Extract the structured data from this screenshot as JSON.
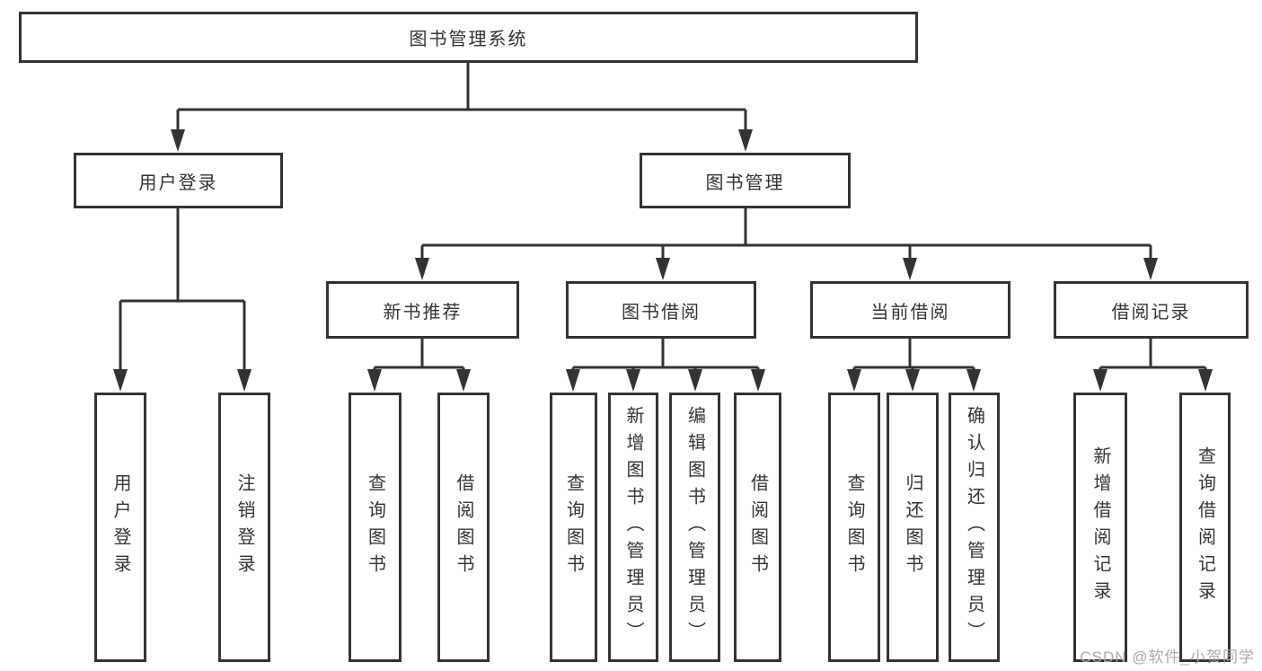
{
  "title": "图书管理系统",
  "tree": {
    "label": "图书管理系统",
    "children": [
      {
        "label": "用户登录",
        "children": [
          {
            "label": "用户登录"
          },
          {
            "label": "注销登录"
          }
        ]
      },
      {
        "label": "图书管理",
        "children": [
          {
            "label": "新书推荐",
            "children": [
              {
                "label": "查询图书"
              },
              {
                "label": "借阅图书"
              }
            ]
          },
          {
            "label": "图书借阅",
            "children": [
              {
                "label": "查询图书"
              },
              {
                "label": "新增图书（管理员）"
              },
              {
                "label": "编辑图书（管理员）"
              },
              {
                "label": "借阅图书"
              }
            ]
          },
          {
            "label": "当前借阅",
            "children": [
              {
                "label": "查询图书"
              },
              {
                "label": "归还图书"
              },
              {
                "label": "确认归还（管理员）"
              }
            ]
          },
          {
            "label": "借阅记录",
            "children": [
              {
                "label": "新增借阅记录"
              },
              {
                "label": "查询借阅记录"
              }
            ]
          }
        ]
      }
    ]
  },
  "watermark": "CSDN @软件_小贺同学",
  "colors": {
    "line": "#333333",
    "box_border": "#333333",
    "text": "#333333",
    "background": "#ffffff",
    "watermark": "#a9a9b2"
  }
}
